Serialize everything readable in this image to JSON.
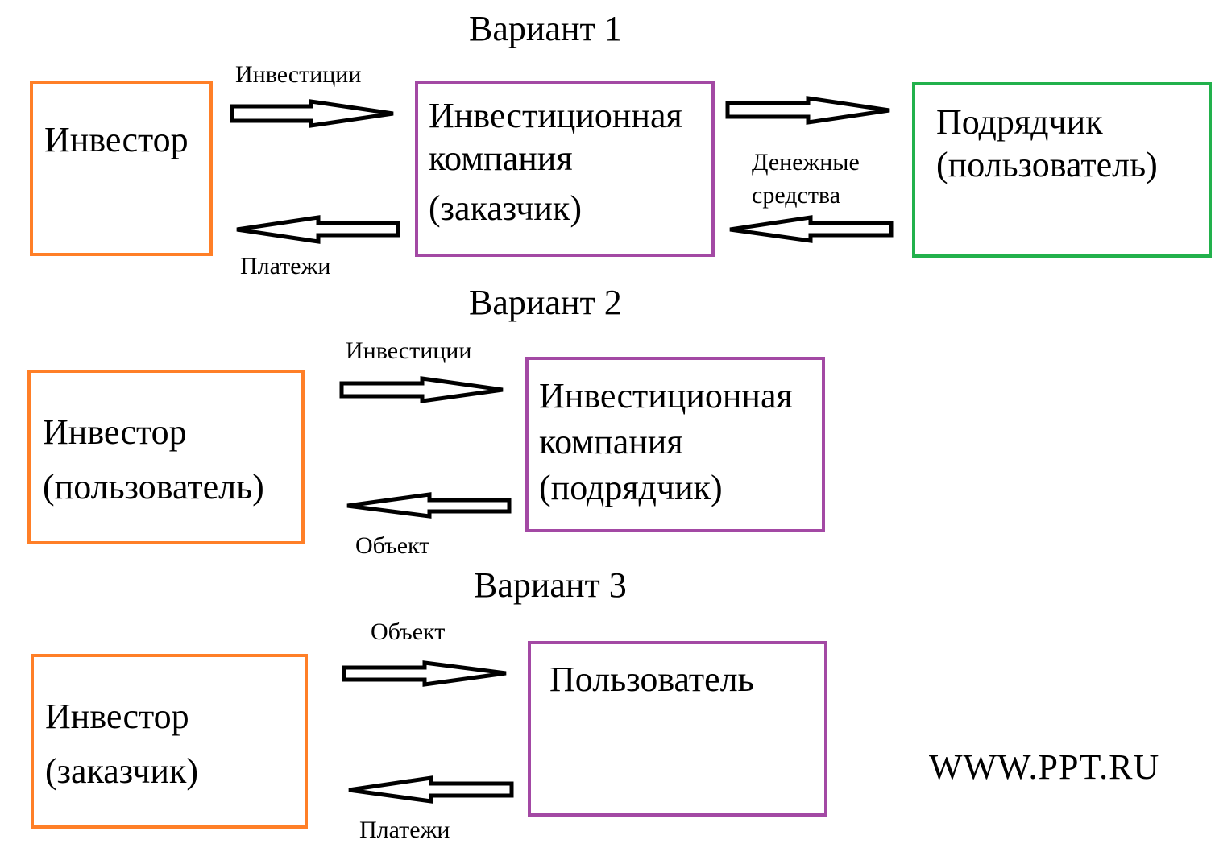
{
  "colors": {
    "investor_border": "#FF7F27",
    "company_border": "#A349A4",
    "contractor_border": "#22B14C",
    "arrow_stroke": "#000000"
  },
  "variants": [
    {
      "title": "Вариант 1",
      "boxes": {
        "left": [
          "Инвестор"
        ],
        "middle": [
          "Инвестиционная",
          "компания",
          "(заказчик)"
        ],
        "right": [
          "Подрядчик",
          "(пользователь)"
        ]
      },
      "arrows": {
        "left_forward_label": "Инвестиции",
        "left_back_label": "Платежи",
        "right_label_lines": [
          "Денежные",
          "средства"
        ]
      }
    },
    {
      "title": "Вариант 2",
      "boxes": {
        "left": [
          "Инвестор",
          "(пользователь)"
        ],
        "right": [
          "Инвестиционная",
          "компания",
          "(подрядчик)"
        ]
      },
      "arrows": {
        "forward_label": "Инвестиции",
        "back_label": "Объект"
      }
    },
    {
      "title": "Вариант 3",
      "boxes": {
        "left": [
          "Инвестор",
          "(заказчик)"
        ],
        "right": [
          "Пользователь"
        ]
      },
      "arrows": {
        "forward_label": "Объект",
        "back_label": "Платежи"
      }
    }
  ],
  "footer": "WWW.PPT.RU"
}
